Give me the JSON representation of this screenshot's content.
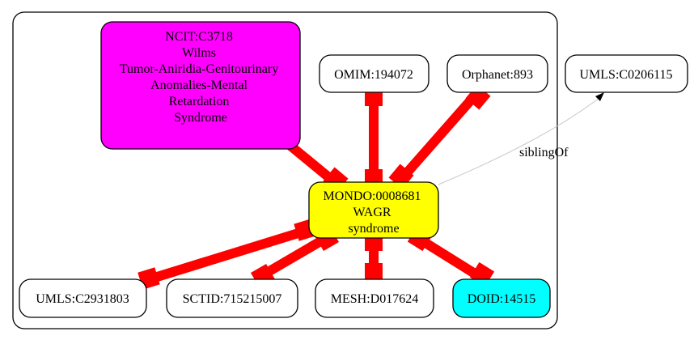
{
  "colors": {
    "edge": "#ff0000",
    "sibling_edge": "#c0c0c0",
    "node_fill_default": "#ffffff",
    "node_fill_focus": "#ffff00",
    "node_fill_ncit": "#ff00ff",
    "node_fill_doid": "#00ffff",
    "stroke": "#000000"
  },
  "nodes": {
    "ncit": {
      "lines": [
        "NCIT:C3718",
        "Wilms",
        "Tumor-Aniridia-Genitourinary",
        "Anomalies-Mental",
        "Retardation",
        "Syndrome"
      ],
      "fill": "#ff00ff"
    },
    "omim": {
      "lines": [
        "OMIM:194072"
      ],
      "fill": "#ffffff"
    },
    "orphanet": {
      "lines": [
        "Orphanet:893"
      ],
      "fill": "#ffffff"
    },
    "umls_sibling": {
      "lines": [
        "UMLS:C0206115"
      ],
      "fill": "#ffffff"
    },
    "mondo": {
      "lines": [
        "MONDO:0008681",
        "WAGR",
        "syndrome"
      ],
      "fill": "#ffff00"
    },
    "umls": {
      "lines": [
        "UMLS:C2931803"
      ],
      "fill": "#ffffff"
    },
    "sctid": {
      "lines": [
        "SCTID:715215007"
      ],
      "fill": "#ffffff"
    },
    "mesh": {
      "lines": [
        "MESH:D017624"
      ],
      "fill": "#ffffff"
    },
    "doid": {
      "lines": [
        "DOID:14515"
      ],
      "fill": "#00ffff"
    }
  },
  "edges": {
    "sibling_label": "siblingOf"
  }
}
